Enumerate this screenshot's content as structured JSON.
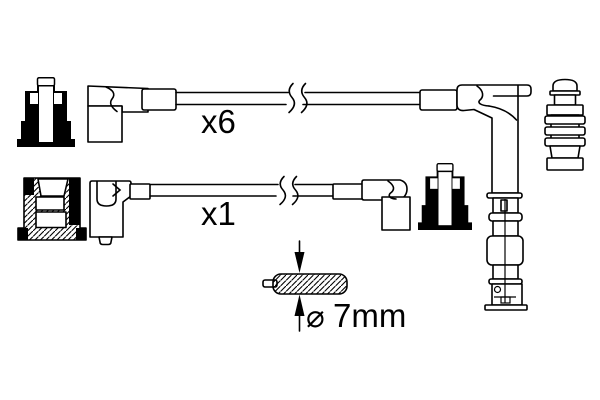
{
  "page": {
    "background": "#ffffff",
    "line_color": "#000000",
    "silhouette_color": "#000000"
  },
  "diagram": {
    "labels": {
      "multi_cable_quantity": "x6",
      "single_cable_quantity": "x1",
      "diameter_symbol": "⌀",
      "diameter_value": "7mm"
    },
    "icons": [
      {
        "name": "spark-plug-boot-silhouette-icon",
        "position": "top-left"
      },
      {
        "name": "angled-boot-connector",
        "position": "top-cable-left-end"
      },
      {
        "name": "elbow-connector-with-long-boot",
        "position": "top-cable-right-end"
      },
      {
        "name": "ribbed-connector-icon",
        "position": "top-right"
      },
      {
        "name": "connector-cross-section-icon",
        "position": "middle-left"
      },
      {
        "name": "angled-boot-connector",
        "position": "single-cable-left-end"
      },
      {
        "name": "elbow-connector",
        "position": "single-cable-right-end"
      },
      {
        "name": "spark-plug-boot-silhouette-icon",
        "position": "middle-right"
      },
      {
        "name": "arrow-down-icon",
        "position": "above-cable-cross-section"
      },
      {
        "name": "arrow-up-icon",
        "position": "below-cable-cross-section"
      },
      {
        "name": "hatched-cable-cross-section",
        "position": "bottom-center"
      }
    ]
  }
}
